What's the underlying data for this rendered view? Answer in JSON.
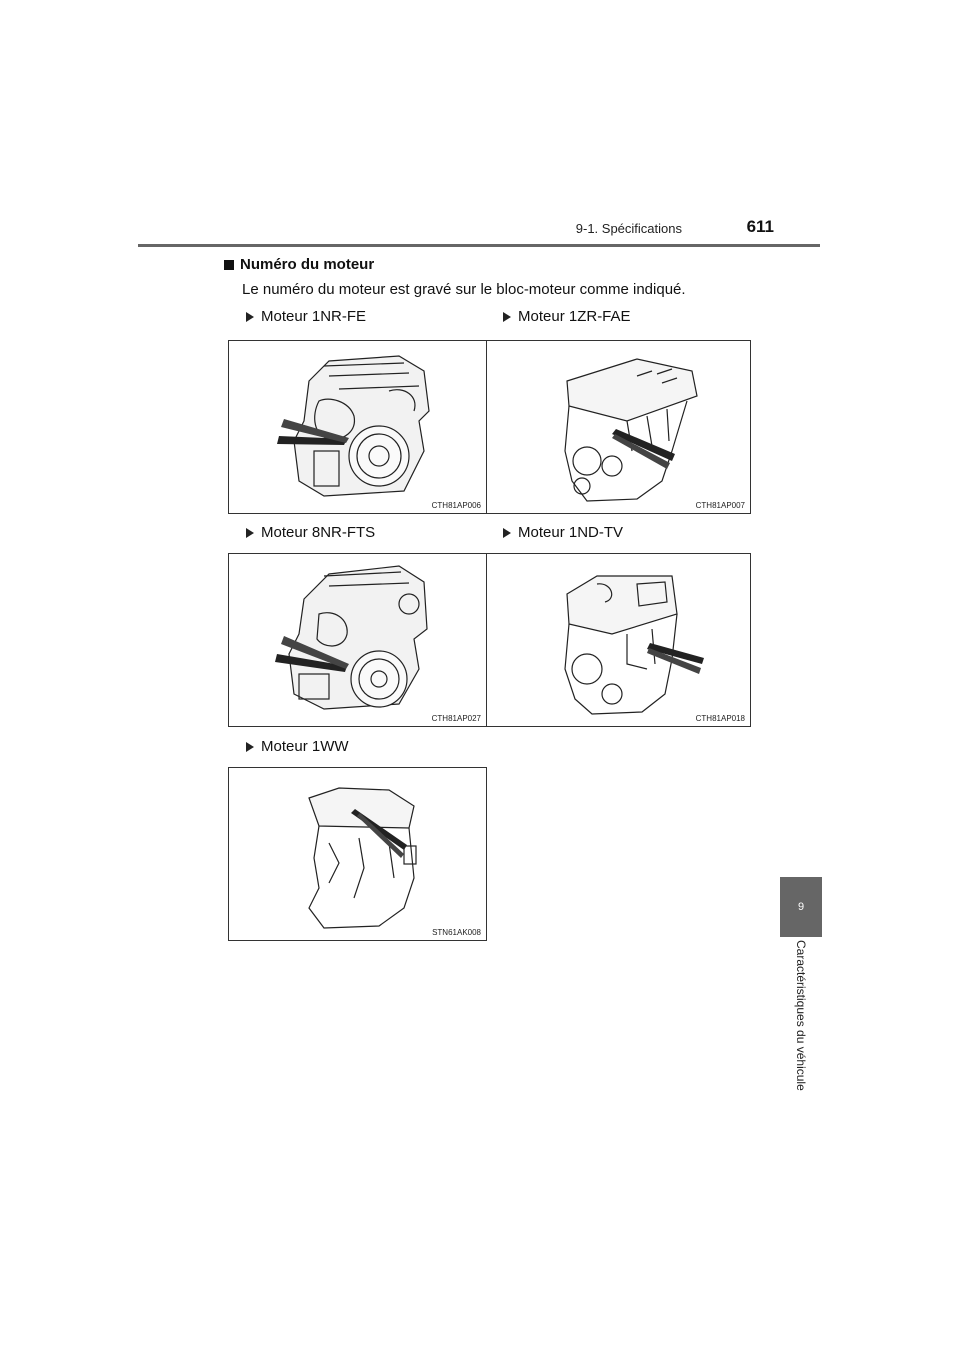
{
  "header": {
    "section": "9-1. Spécifications",
    "page_number": "611"
  },
  "content": {
    "heading": "Numéro du moteur",
    "intro": "Le numéro du moteur est gravé sur le bloc-moteur comme indiqué."
  },
  "figures": [
    {
      "caption": "Moteur 1NR-FE",
      "code": "CTH81AP006"
    },
    {
      "caption": "Moteur 1ZR-FAE",
      "code": "CTH81AP007"
    },
    {
      "caption": "Moteur 8NR-FTS",
      "code": "CTH81AP027"
    },
    {
      "caption": "Moteur 1ND-TV",
      "code": "CTH81AP018"
    },
    {
      "caption": "Moteur 1WW",
      "code": "STN61AK008"
    }
  ],
  "side_tab": {
    "number": "9",
    "label": "Caractéristiques du véhicule"
  }
}
